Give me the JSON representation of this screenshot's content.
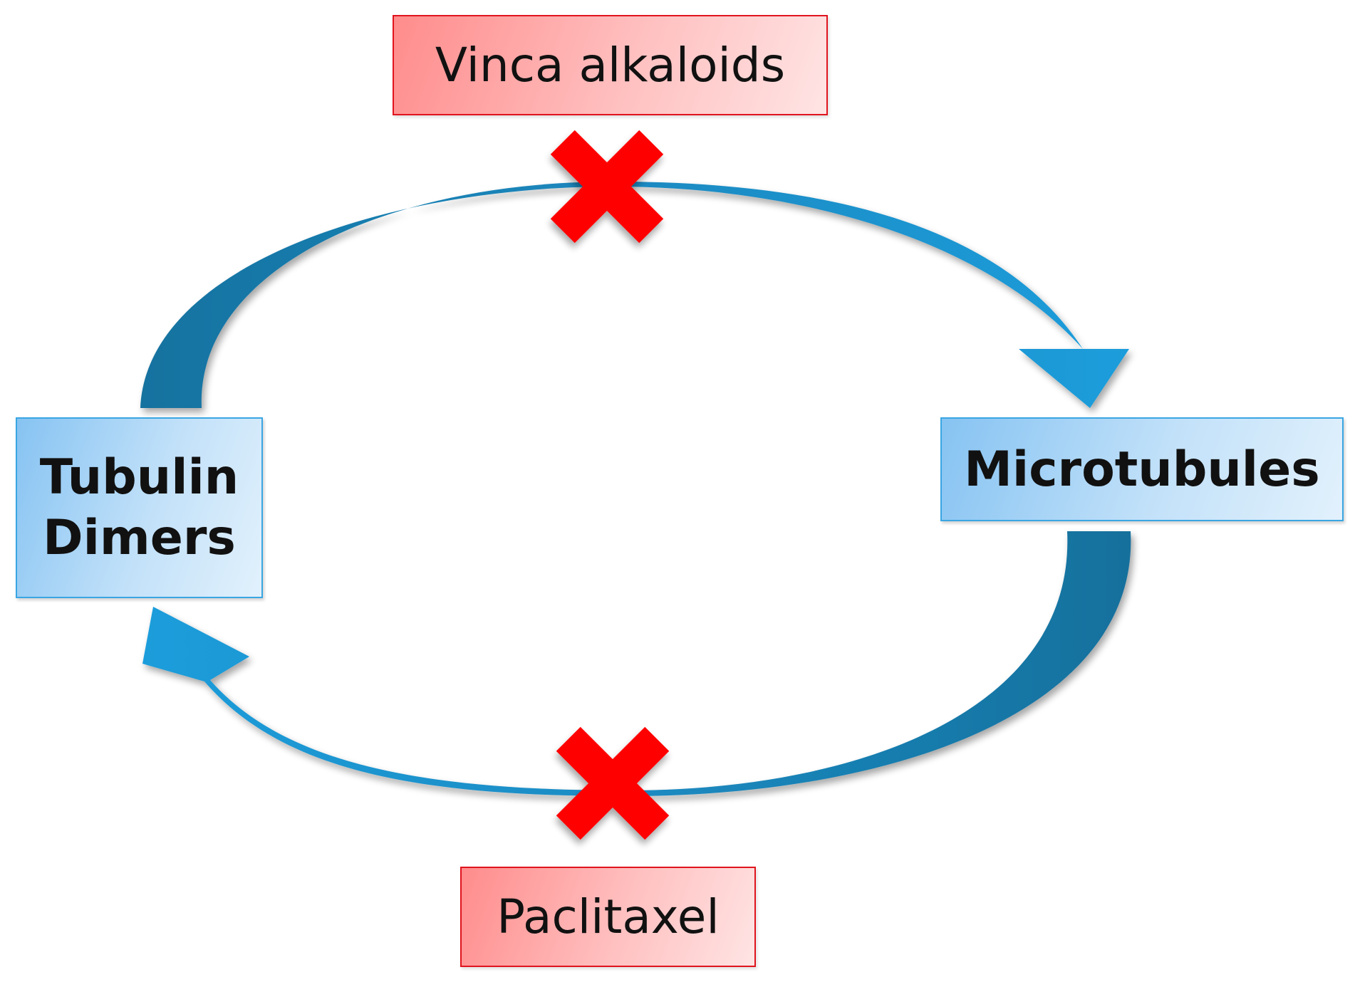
{
  "nodes": {
    "tubulin_dimers": {
      "line1": "Tubulin",
      "line2": "Dimers"
    },
    "microtubules": {
      "label": "Microtubules"
    }
  },
  "inhibitors": {
    "vinca_alkaloids": {
      "label": "Vinca alkaloids"
    },
    "paclitaxel": {
      "label": "Paclitaxel"
    }
  },
  "colors": {
    "arrow_dark": "#1878aa",
    "arrow_light": "#1d9bd8",
    "cross_red": "#ff0000",
    "blue_border": "#3aa6e3",
    "red_border": "#e0141e"
  },
  "icons": {
    "top_block": "red-cross-icon",
    "bottom_block": "red-cross-icon"
  }
}
